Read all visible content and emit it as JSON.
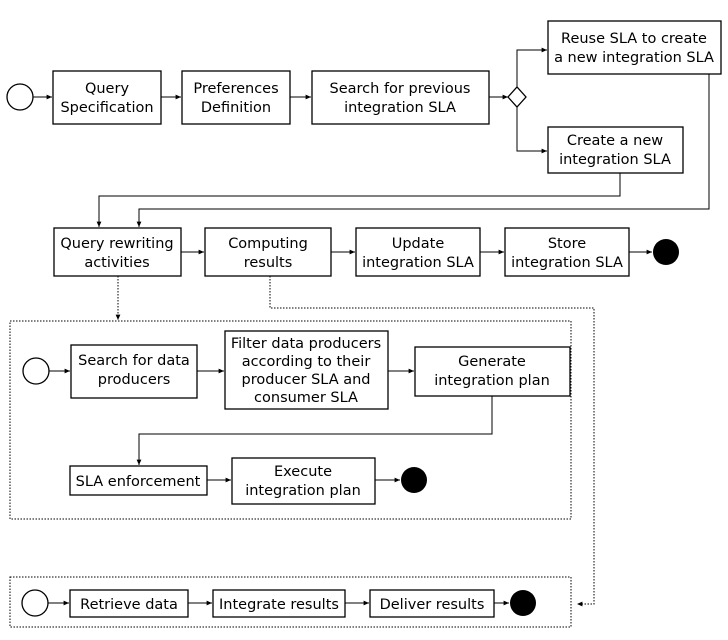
{
  "main_flow": {
    "query_specification": [
      "Query",
      "Specification"
    ],
    "preferences_definition": [
      "Preferences",
      "Definition"
    ],
    "search_previous_sla": [
      "Search for previous",
      "integration SLA"
    ],
    "reuse_sla": [
      "Reuse SLA to create",
      "a new integration SLA"
    ],
    "create_new_sla": [
      "Create a new",
      "integration SLA"
    ],
    "query_rewriting": [
      "Query rewriting",
      "activities"
    ],
    "computing_results": [
      "Computing",
      "results"
    ],
    "update_sla": [
      "Update",
      "integration SLA"
    ],
    "store_sla": [
      "Store",
      "integration SLA"
    ]
  },
  "rewriting_subprocess": {
    "search_data_producers": [
      "Search for data",
      "producers"
    ],
    "filter_data_producers": [
      "Filter data producers",
      "according to their",
      "producer SLA and",
      "consumer SLA"
    ],
    "generate_plan": [
      "Generate",
      "integration plan"
    ],
    "sla_enforcement": [
      "SLA enforcement"
    ],
    "execute_plan": [
      "Execute",
      "integration plan"
    ]
  },
  "computing_subprocess": {
    "retrieve_data": [
      "Retrieve data"
    ],
    "integrate_results": [
      "Integrate results"
    ],
    "deliver_results": [
      "Deliver results"
    ]
  }
}
